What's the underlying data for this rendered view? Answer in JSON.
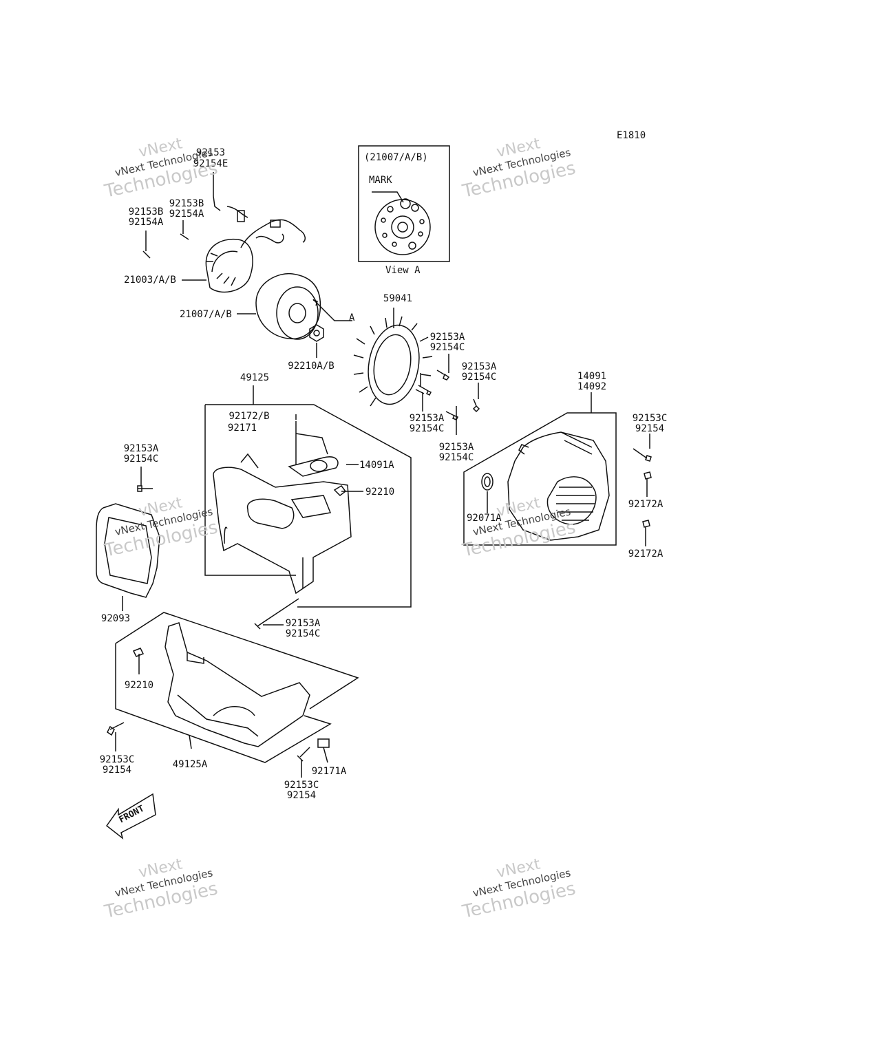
{
  "code": "E1810",
  "view_box": {
    "title": "(21007/A/B)",
    "mark": "MARK",
    "caption": "View A"
  },
  "labels": {
    "p92153_a": "92153",
    "p92154e": "92154E",
    "p92153b_1": "92153B",
    "p92154a_1": "92154A",
    "p92153b_2": "92153B",
    "p92154a_2": "92154A",
    "p21003": "21003/A/B",
    "p21007": "21007/A/B",
    "arrow_a": "A",
    "p59041": "59041",
    "p92210ab": "92210A/B",
    "p92153a_1": "92153A",
    "p92154c_1": "92154C",
    "p92153a_2": "92153A",
    "p92154c_2": "92154C",
    "p92153a_3": "92153A",
    "p92154c_3": "92154C",
    "p92153a_4": "92153A",
    "p92154c_4": "92154C",
    "p49125": "49125",
    "p14091": "14091",
    "p14092": "14092",
    "p92172b": "92172/B",
    "p92171": "92171",
    "p14091a": "14091A",
    "p92210_1": "92210",
    "p92153c_1": "92153C",
    "p92154_1": "92154",
    "p92153a_5": "92153A",
    "p92154c_5": "92154C",
    "p92071a": "92071A",
    "p92172a_1": "92172A",
    "p92172a_2": "92172A",
    "p92093": "92093",
    "p92153a_6": "92153A",
    "p92154c_6": "92154C",
    "p92210_2": "92210",
    "p92153c_2": "92153C",
    "p92154_2": "92154",
    "p49125a": "49125A",
    "p92153c_3": "92153C",
    "p92154_3": "92154",
    "p92171a": "92171A",
    "front": "FRONT"
  },
  "watermark": {
    "line1": "vNext",
    "line2": "vNext Technologies",
    "line3": "Technologies"
  }
}
